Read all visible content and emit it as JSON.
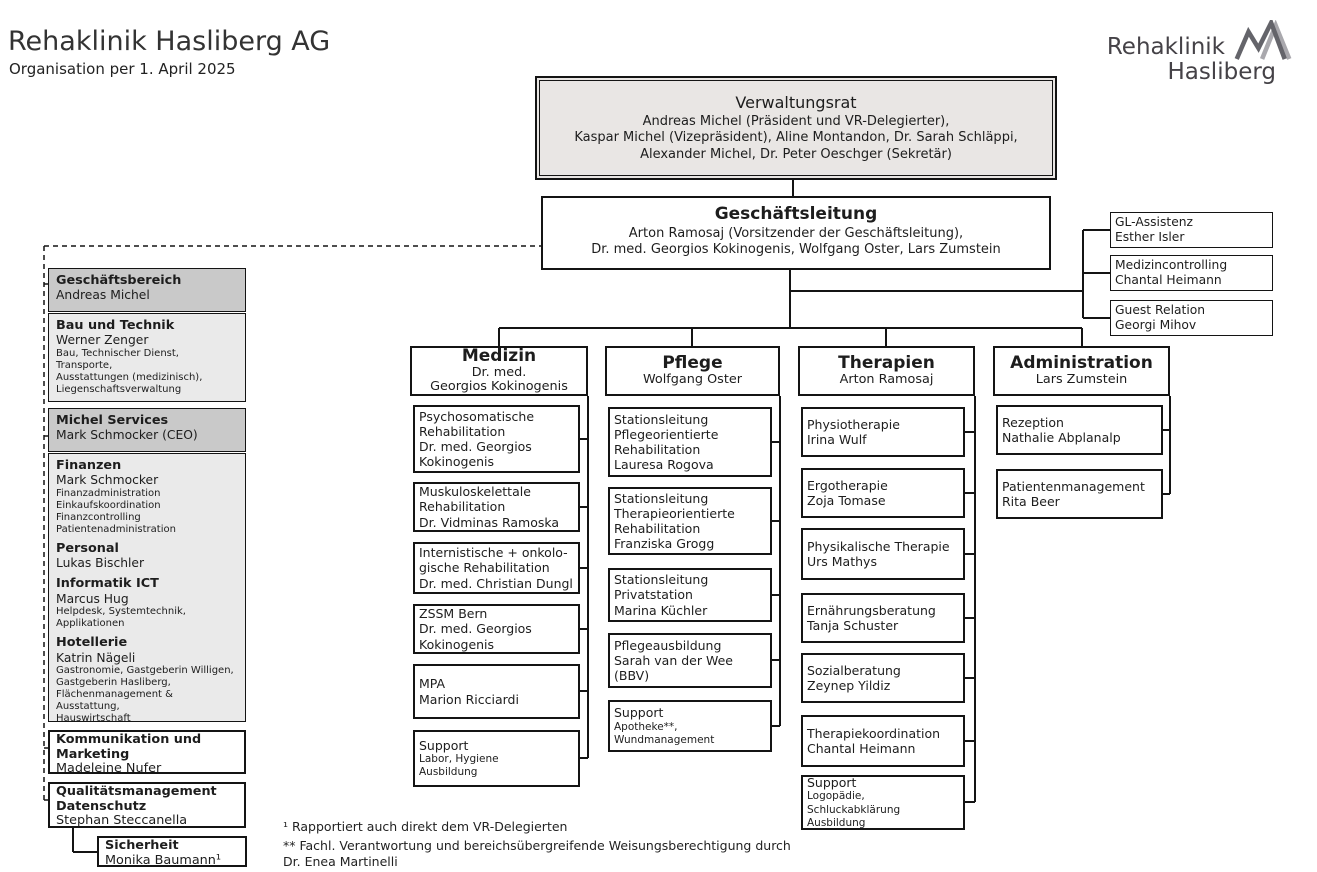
{
  "page": {
    "title": "Rehaklinik Hasliberg AG",
    "subtitle": "Organisation per 1. April 2025"
  },
  "logo": {
    "word_top": "Rehaklinik",
    "word_bottom": "Hasliberg",
    "mountain_dark": "#64646a",
    "mountain_light": "#a9a8ad"
  },
  "board": {
    "title": "Verwaltungsrat",
    "members": "Andreas Michel (Präsident und VR-Delegierter),\nKaspar Michel (Vizepräsident), Aline Montandon, Dr. Sarah Schläppi,\nAlexander Michel, Dr. Peter Oeschger (Sekretär)"
  },
  "management": {
    "title": "Geschäftsleitung",
    "members": "Arton Ramosaj (Vorsitzender der Geschäftsleitung),\nDr. med. Georgios Kokinogenis, Wolfgang Oster, Lars Zumstein"
  },
  "staff": [
    {
      "title": "GL-Assistenz",
      "name": "Esther Isler"
    },
    {
      "title": "Medizincontrolling",
      "name": "Chantal Heimann"
    },
    {
      "title": "Guest Relation",
      "name": "Georgi Mihov"
    }
  ],
  "sidebar": {
    "business_header": {
      "title": "Geschäftsbereich",
      "name": "Andreas Michel"
    },
    "business_body": {
      "title": "Bau und Technik",
      "name": "Werner Zenger",
      "details": "Bau, Technischer Dienst, Transporte,\nAusstattungen (medizinisch),\nLiegenschaftsverwaltung"
    },
    "services_header": {
      "title": "Michel Services",
      "name": "Mark Schmocker (CEO)"
    },
    "services_sections": [
      {
        "title": "Finanzen",
        "name": "Mark Schmocker",
        "details": "Finanzadministration\nEinkaufskoordination\nFinanzcontrolling\nPatientenadministration"
      },
      {
        "title": "Personal",
        "name": "Lukas Bischler",
        "details": ""
      },
      {
        "title": "Informatik ICT",
        "name": "Marcus Hug",
        "details": "Helpdesk, Systemtechnik,\nApplikationen"
      },
      {
        "title": "Hotellerie",
        "name": "Katrin Nägeli",
        "details": "Gastronomie, Gastgeberin Willigen,\nGastgeberin Hasliberg,\nFlächenmanagement & Ausstattung,\nHauswirtschaft"
      }
    ],
    "communication": {
      "title": "Kommunikation und\nMarketing",
      "name": "Madeleine Nufer"
    },
    "quality": {
      "title": "Qualitätsmanagement\nDatenschutz",
      "name": "Stephan Steccanella"
    },
    "security": {
      "title": "Sicherheit",
      "name": "Monika Baumann¹"
    }
  },
  "columns": [
    {
      "title": "Medizin",
      "head": "Dr. med.\nGeorgios Kokinogenis",
      "items": [
        {
          "title": "Psychosomatische\nRehabilitation",
          "name": "Dr. med. Georgios\nKokinogenis"
        },
        {
          "title": "Muskuloskelettale\nRehabilitation",
          "name": "Dr. Vidminas Ramoska"
        },
        {
          "title": "Internistische + onkolo-\ngische Rehabilitation",
          "name": "Dr. med. Christian Dungl"
        },
        {
          "title": "ZSSM Bern",
          "name": "Dr. med. Georgios\nKokinogenis"
        },
        {
          "title": "MPA",
          "name": "Marion Ricciardi"
        },
        {
          "title": "Support",
          "details": "Labor, Hygiene\nAusbildung"
        }
      ]
    },
    {
      "title": "Pflege",
      "head": "Wolfgang Oster",
      "items": [
        {
          "title": "Stationsleitung\nPflegeorientierte\nRehabilitation",
          "name": "Lauresa Rogova"
        },
        {
          "title": "Stationsleitung\nTherapieorientierte\nRehabilitation",
          "name": "Franziska Grogg"
        },
        {
          "title": "Stationsleitung\nPrivatstation",
          "name": "Marina Küchler"
        },
        {
          "title": "Pflegeausbildung",
          "name": "Sarah van der Wee\n(BBV)"
        },
        {
          "title": "Support",
          "details": "Apotheke**, Wundmanagement"
        }
      ]
    },
    {
      "title": "Therapien",
      "head": "Arton Ramosaj",
      "items": [
        {
          "title": "Physiotherapie",
          "name": "Irina Wulf"
        },
        {
          "title": "Ergotherapie",
          "name": "Zoja Tomase"
        },
        {
          "title": "Physikalische Therapie",
          "name": "Urs Mathys"
        },
        {
          "title": "Ernährungsberatung",
          "name": "Tanja Schuster"
        },
        {
          "title": "Sozialberatung",
          "name": "Zeynep Yildiz"
        },
        {
          "title": "Therapiekoordination",
          "name": "Chantal Heimann"
        },
        {
          "title": "Support",
          "details": "Logopädie, Schluckabklärung\nAusbildung"
        }
      ]
    },
    {
      "title": "Administration",
      "head": "Lars Zumstein",
      "items": [
        {
          "title": "Rezeption",
          "name": "Nathalie Abplanalp"
        },
        {
          "title": "Patientenmanagement",
          "name": "Rita Beer"
        }
      ]
    }
  ],
  "footnotes": {
    "note1": "¹ Rapportiert auch direkt dem VR-Delegierten",
    "note2": "** Fachl. Verantwortung und bereichsübergreifende Weisungsberechtigung durch\nDr. Enea Martinelli"
  },
  "colors": {
    "border": "#141414",
    "board_bg": "#e9e6e4",
    "sidebar_header_bg": "#c9c9c9",
    "sidebar_body_bg": "#eaeaea"
  }
}
